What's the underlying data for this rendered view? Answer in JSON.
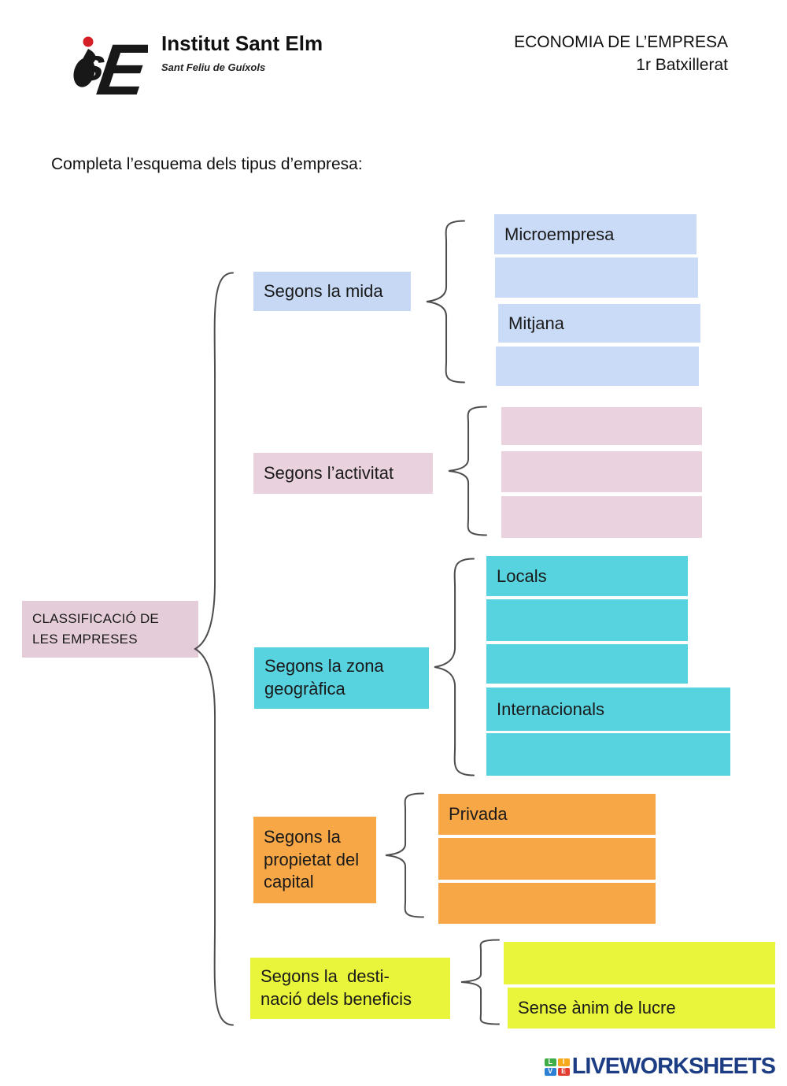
{
  "header": {
    "school": {
      "name": "Institut Sant Elm",
      "city": "Sant Feliu de Guíxols",
      "logo_s": "s",
      "logo_e": "E"
    },
    "course": "ECONOMIA DE L’EMPRESA",
    "level": "1r Batxillerat"
  },
  "instruction": "Completa l’esquema dels tipus d’empresa:",
  "root": {
    "label": "CLASSIFICACIÓ DE\nLES EMPRESES",
    "color": "#e4ccd8"
  },
  "groups": [
    {
      "label": "Segons la mida",
      "color": "#c6d8f4",
      "answer_color": "#c9dbf7",
      "answers": [
        "Microempresa",
        "",
        "Mitjana",
        ""
      ]
    },
    {
      "label": "Segons l’activitat",
      "color": "#e9d2dd",
      "answer_color": "#ead3de",
      "answers": [
        "",
        "",
        ""
      ]
    },
    {
      "label": "Segons la zona\ngeogràfica",
      "color": "#57d3e0",
      "answer_color": "#57d3e0",
      "answers": [
        "Locals",
        "",
        "",
        "Internacionals",
        ""
      ]
    },
    {
      "label": "Segons la\npropietat del\ncapital",
      "color": "#f8a746",
      "answer_color": "#f8a746",
      "answers": [
        "Privada",
        "",
        ""
      ]
    },
    {
      "label": "Segons la  desti-\nnació dels beneficis",
      "color": "#e9f53b",
      "answer_color": "#e9f53b",
      "answers": [
        "",
        "Sense ànim de lucre"
      ]
    }
  ],
  "footer": {
    "brand": "LIVEWORKSHEETS",
    "brand_color": "#1c3d84",
    "tiles": [
      {
        "letter": "L",
        "color": "#3fae49"
      },
      {
        "letter": "I",
        "color": "#f6a91c"
      },
      {
        "letter": "V",
        "color": "#2b7fd4"
      },
      {
        "letter": "E",
        "color": "#e23c32"
      }
    ]
  }
}
